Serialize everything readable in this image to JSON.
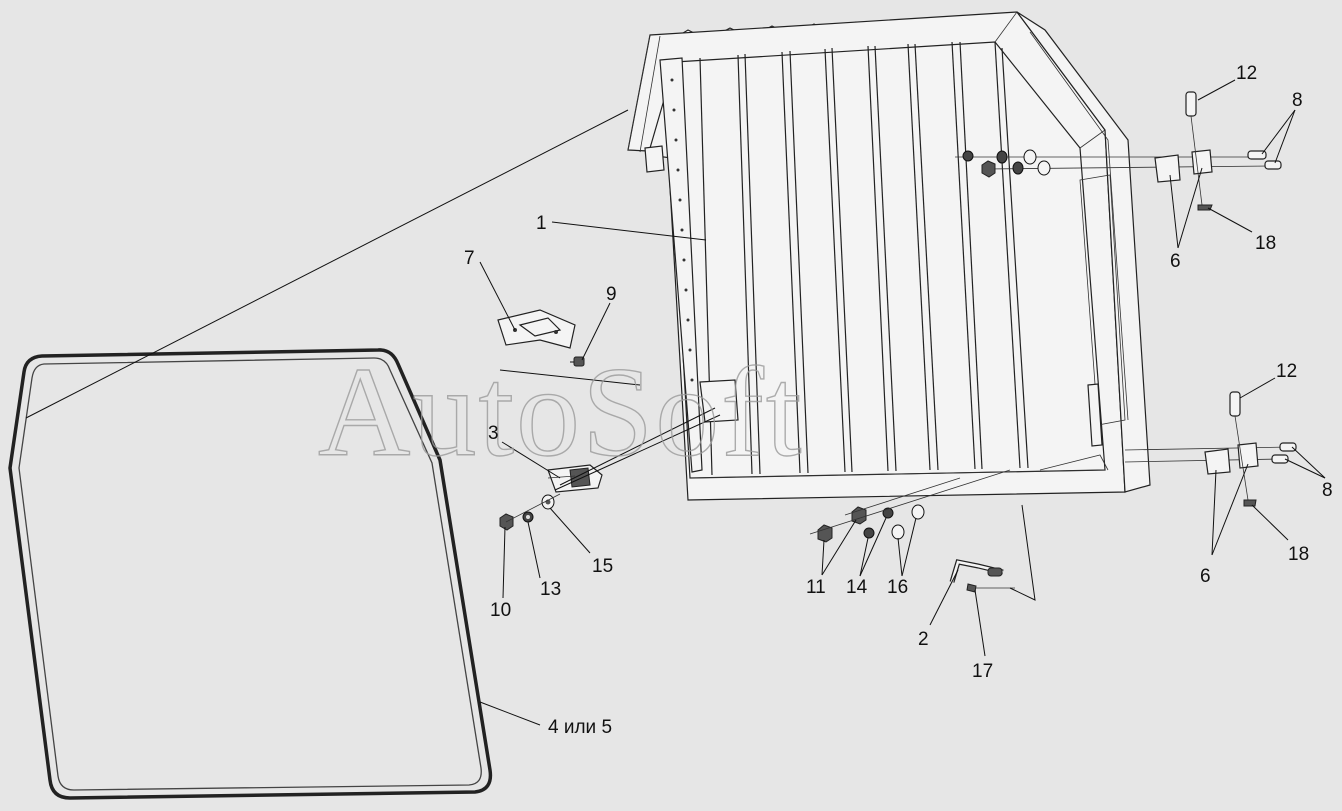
{
  "watermark": "AutoSoft",
  "callouts": [
    {
      "id": "c1",
      "text": "1"
    },
    {
      "id": "c2",
      "text": "2"
    },
    {
      "id": "c3",
      "text": "3"
    },
    {
      "id": "c45",
      "text": "4 или 5"
    },
    {
      "id": "c6a",
      "text": "6"
    },
    {
      "id": "c6b",
      "text": "6"
    },
    {
      "id": "c7",
      "text": "7"
    },
    {
      "id": "c8a",
      "text": "8"
    },
    {
      "id": "c8b",
      "text": "8"
    },
    {
      "id": "c9",
      "text": "9"
    },
    {
      "id": "c10",
      "text": "10"
    },
    {
      "id": "c11",
      "text": "11"
    },
    {
      "id": "c12a",
      "text": "12"
    },
    {
      "id": "c12b",
      "text": "12"
    },
    {
      "id": "c13",
      "text": "13"
    },
    {
      "id": "c14",
      "text": "14"
    },
    {
      "id": "c15",
      "text": "15"
    },
    {
      "id": "c16",
      "text": "16"
    },
    {
      "id": "c17",
      "text": "17"
    },
    {
      "id": "c18a",
      "text": "18"
    },
    {
      "id": "c18b",
      "text": "18"
    }
  ]
}
